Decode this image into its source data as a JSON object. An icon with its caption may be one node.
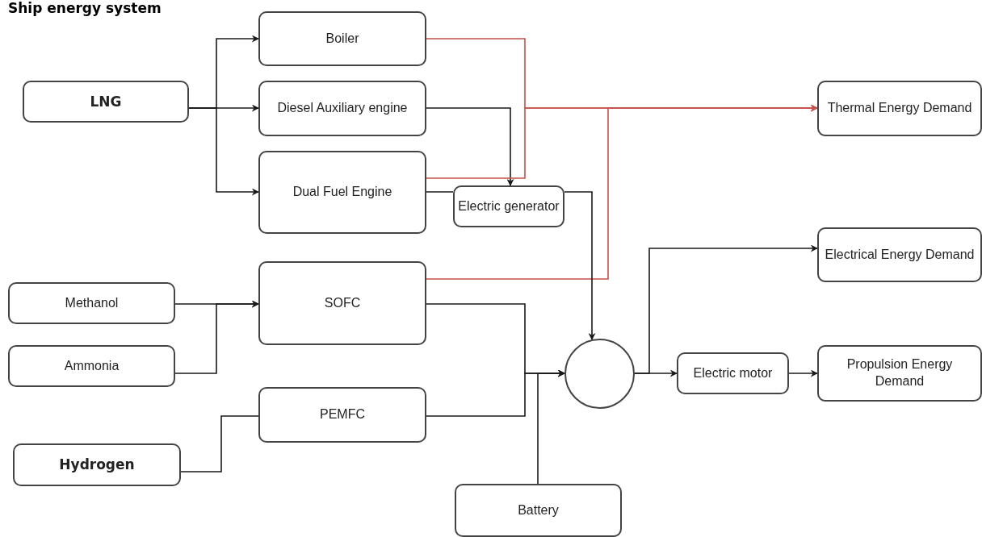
{
  "diagram": {
    "title": "Ship energy system",
    "nodes": [
      {
        "text": [
          "Boiler"
        ]
      },
      {
        "text": [
          "LNG"
        ]
      },
      {
        "text": [
          "Diesel Auxiliary engine"
        ]
      },
      {
        "text": [
          "Thermal Energy Demand"
        ]
      },
      {
        "text": [
          "Dual Fuel Engine"
        ]
      },
      {
        "text": [
          "Electric generator"
        ]
      },
      {
        "text": [
          "Electrical Energy Demand"
        ]
      },
      {
        "text": [
          "SOFC"
        ]
      },
      {
        "text": [
          "Methanol"
        ]
      },
      {
        "text": [
          "Ammonia"
        ]
      },
      {
        "text": [],
        "shape": "circle"
      },
      {
        "text": [
          "Electric motor"
        ]
      },
      {
        "text": [
          "Propulsion Energy Demand"
        ]
      },
      {
        "text": [
          "PEMFC"
        ]
      },
      {
        "text": [
          "Hydrogen"
        ]
      },
      {
        "text": [
          "Battery"
        ]
      }
    ],
    "edges": [
      {
        "from": 1,
        "to": 0,
        "arrow": "to"
      },
      {
        "from": 1,
        "to": 2,
        "arrow": "to"
      },
      {
        "from": 1,
        "to": 4,
        "arrow": "to"
      },
      {
        "from": 8,
        "to": 7,
        "arrow": "to"
      },
      {
        "from": 9,
        "to": 7,
        "arrow": "to"
      },
      {
        "from": 14,
        "to": 13,
        "arrow": "none"
      },
      {
        "from": 2,
        "to": 5,
        "arrow": "to"
      },
      {
        "from": 4,
        "to": 5,
        "arrow": "none"
      },
      {
        "from": 0,
        "to": 3,
        "arrow": "to",
        "color": "#c8504b"
      },
      {
        "from": 4,
        "to": 3,
        "arrow": "to",
        "color": "#c8504b"
      },
      {
        "from": 7,
        "to": 3,
        "arrow": "to",
        "color": "#c8504b"
      },
      {
        "from": 5,
        "to": 10,
        "arrow": "to"
      },
      {
        "from": 7,
        "to": 10,
        "arrow": "to"
      },
      {
        "from": 13,
        "to": 10,
        "arrow": "to"
      },
      {
        "from": 15,
        "to": 10,
        "arrow": "to"
      },
      {
        "from": 10,
        "to": 6,
        "arrow": "to"
      },
      {
        "from": 10,
        "to": 11,
        "arrow": "to"
      },
      {
        "from": 11,
        "to": 12,
        "arrow": "to"
      }
    ]
  }
}
